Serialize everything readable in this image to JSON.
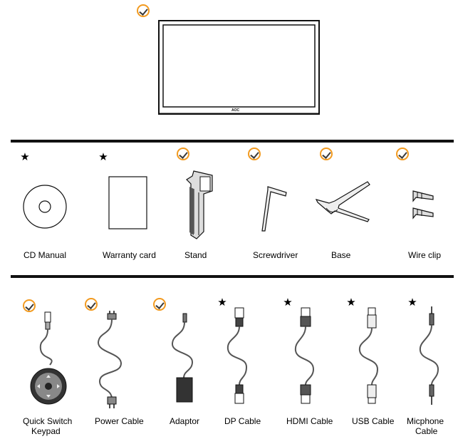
{
  "monitor": {
    "logo": "AOC",
    "included": true
  },
  "accessories": [
    {
      "label": "CD Manual",
      "mark": "star"
    },
    {
      "label": "Warranty card",
      "mark": "star"
    },
    {
      "label": "Stand",
      "mark": "check"
    },
    {
      "label": "Screwdriver",
      "mark": "check"
    },
    {
      "label": "Base",
      "mark": "check"
    },
    {
      "label": "Wire clip",
      "mark": "check"
    }
  ],
  "cables": [
    {
      "label": "Quick Switch",
      "label2": "Keypad",
      "mark": "check"
    },
    {
      "label": "Power Cable",
      "mark": "check"
    },
    {
      "label": "Adaptor",
      "mark": "check"
    },
    {
      "label": "DP Cable",
      "mark": "star"
    },
    {
      "label": "HDMI Cable",
      "mark": "star"
    },
    {
      "label": "USB Cable",
      "mark": "star"
    },
    {
      "label": "Micphone",
      "label2": "Cable",
      "mark": "star"
    }
  ],
  "legend_marks": {
    "star": "★",
    "check": "check-icon"
  },
  "colors": {
    "check_ring": "#f29a1f",
    "ink": "#111111"
  }
}
